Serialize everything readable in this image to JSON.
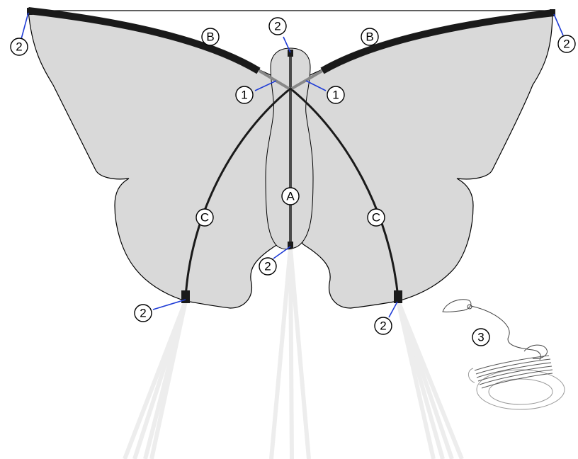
{
  "colors": {
    "sail_fill": "#d9d9d9",
    "sail_outline": "#000000",
    "spar": "#000000",
    "leader_line": "#1f3cd6",
    "tail": "#ededed"
  },
  "callouts": {
    "c1_left": "1",
    "c1_right": "1",
    "c2_top_left": "2",
    "c2_top_right": "2",
    "c2_top_center": "2",
    "c2_bottom_center": "2",
    "c2_bottom_left": "2",
    "c2_bottom_right": "2",
    "c3_accessory": "3",
    "a_spine": "A",
    "b_left": "B",
    "b_right": "B",
    "c_left": "C",
    "c_right": "C"
  },
  "icons": {
    "handle": "line-winder-handle-icon"
  }
}
